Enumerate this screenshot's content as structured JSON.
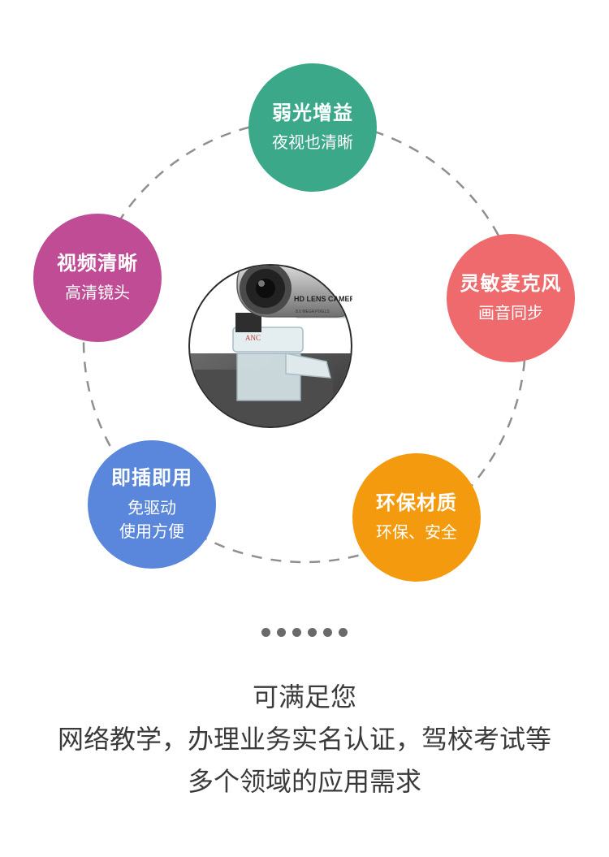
{
  "features": {
    "green": {
      "title": "弱光增益",
      "sub": "夜视也清晰",
      "color": "#3aa889"
    },
    "purple": {
      "title": "视频清晰",
      "sub": "高清镜头",
      "color": "#bf4c95"
    },
    "red": {
      "title": "灵敏麦克风",
      "sub": "画音同步",
      "color": "#ee6a6c"
    },
    "blue": {
      "title": "即插即用",
      "sub": "免驱动\n使用方便",
      "color": "#5a87dc"
    },
    "orange": {
      "title": "环保材质",
      "sub": "环保、安全",
      "color": "#f49a0f"
    }
  },
  "product": {
    "lens_text": "HD LENS CAMERA",
    "megapixel_text": "8.0 MEGA PIXELS",
    "brand": "ANC"
  },
  "caption": {
    "line1": "可满足您",
    "line2": "网络教学，办理业务实名认证，驾校考试等",
    "line3": "多个领域的应用需求"
  },
  "pagination_dots": 6
}
